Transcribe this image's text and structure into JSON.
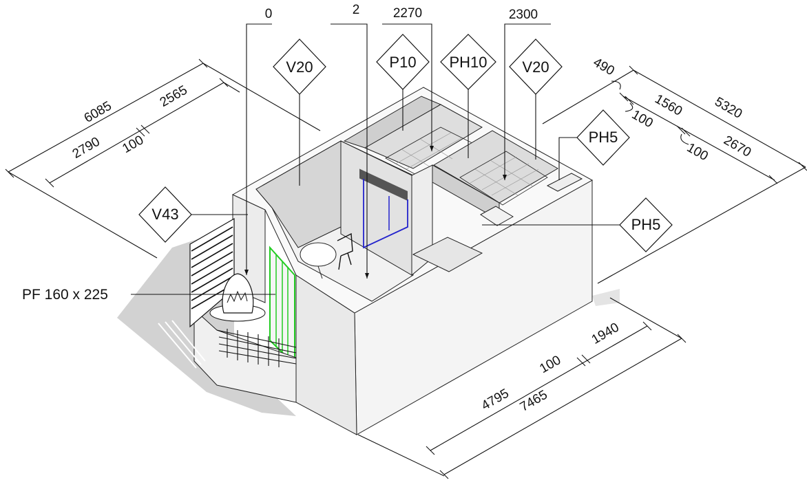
{
  "dimensions": {
    "d6085": "6085",
    "d2565": "2565",
    "d2790": "2790",
    "d100_left": "100",
    "d490": "490",
    "d1560": "1560",
    "d100_r1": "100",
    "d5320": "5320",
    "d2670": "2670",
    "d100_r2": "100",
    "d1940": "1940",
    "d100_bottom": "100",
    "d4795": "4795",
    "d7465": "7465",
    "top_0": "0",
    "top_2": "2",
    "top_2270": "2270",
    "top_2300": "2300"
  },
  "tags": {
    "v20_left": "V20",
    "p10": "P10",
    "ph10": "PH10",
    "v20_right": "V20",
    "ph5_top": "PH5",
    "ph5_mid": "PH5",
    "v43": "V43"
  },
  "labels": {
    "window": "PF 160 x 225"
  },
  "colors": {
    "window_green": "#22cc22",
    "door_blue": "#2222cc"
  }
}
